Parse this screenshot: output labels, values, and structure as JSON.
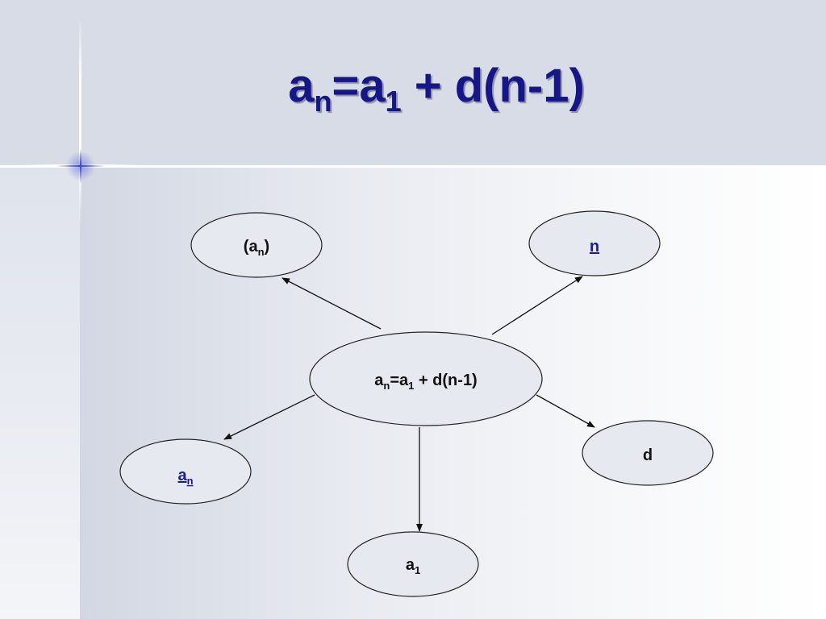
{
  "slide": {
    "title": {
      "base": "a",
      "sub1": "n",
      "mid": "=a",
      "sub2": "1",
      "tail": " + d(n-1)"
    }
  },
  "diagram": {
    "center": {
      "base": "a",
      "sub1": "n",
      "mid": "=a",
      "sub2": "1",
      "tail": " + d(n-1)"
    },
    "top_left": {
      "open": "(a",
      "sub": "n",
      "close": ")"
    },
    "top_right": {
      "text": "n",
      "is_link": true
    },
    "bottom_left": {
      "base": "a",
      "sub": "n",
      "is_link": true
    },
    "bottom": {
      "base": "a",
      "sub": "1"
    },
    "right": {
      "text": "d"
    }
  },
  "colors": {
    "title": "#15168a",
    "link": "#1a1aa6",
    "node_fill": "#e6e9ef",
    "node_stroke": "#222222"
  }
}
